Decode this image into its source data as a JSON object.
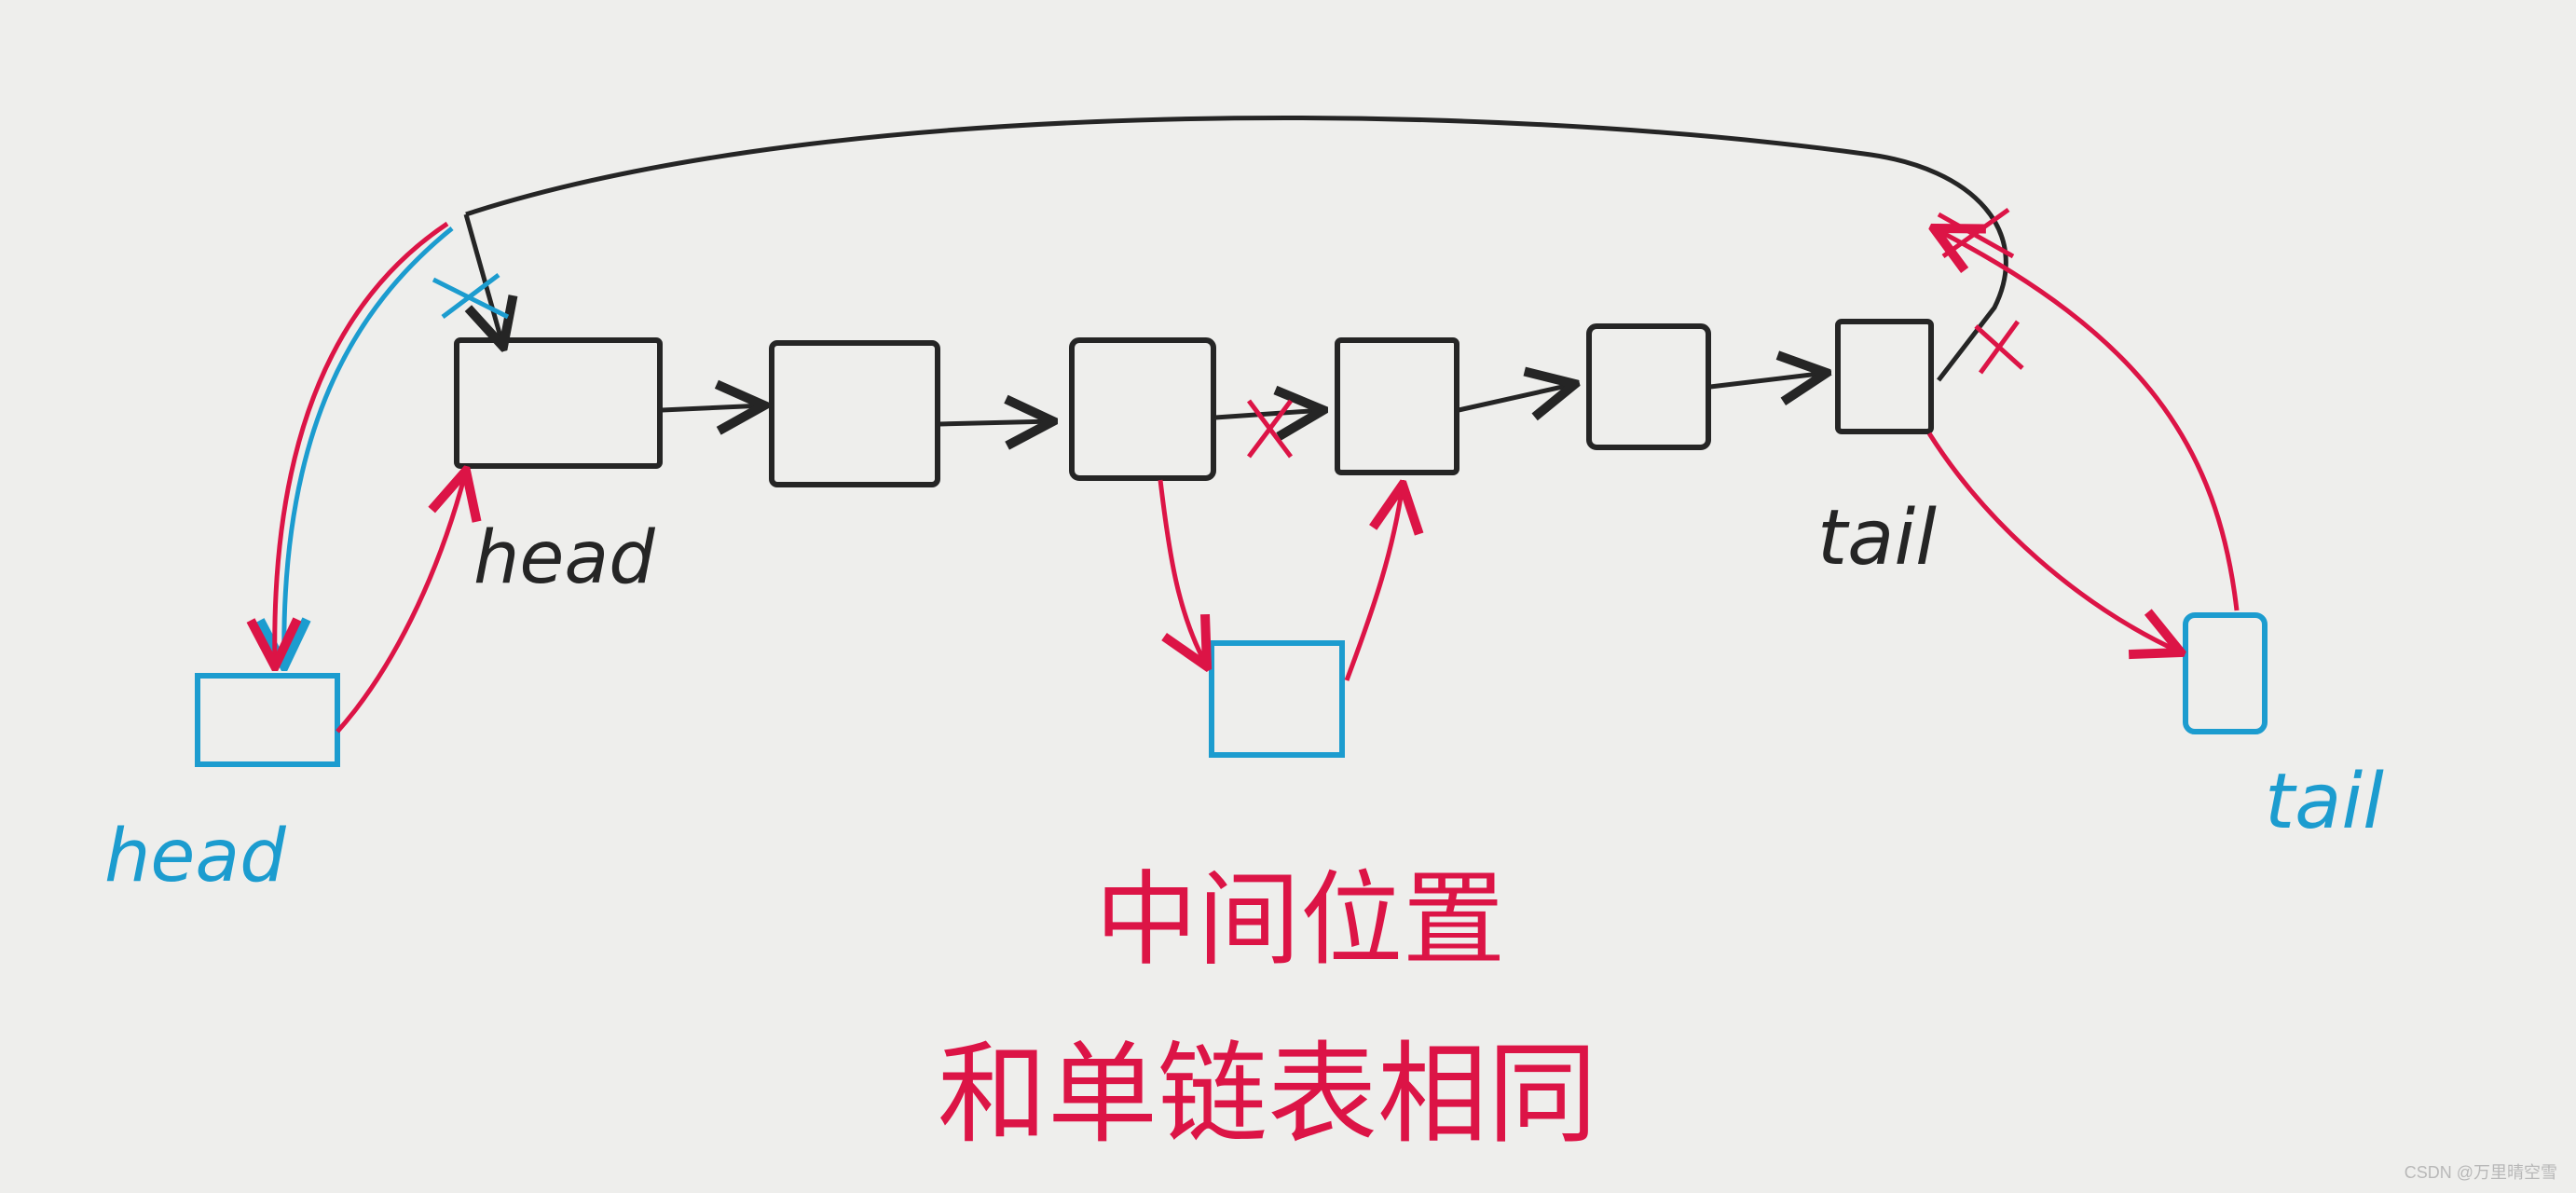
{
  "diagram": {
    "labels": {
      "head_black": "head",
      "tail_black": "tail",
      "head_blue": "head",
      "tail_blue": "tail"
    },
    "caption": {
      "line1": "中间位置",
      "line2": "和单链表相同"
    },
    "watermark": "CSDN @万里晴空雪"
  },
  "colors": {
    "paper": "#eeeeec",
    "black": "#252525",
    "red": "#dc1446",
    "blue": "#1c9ccf",
    "watermark": "#b8b8b8"
  },
  "icons": {
    "cross_mark": "x-mark",
    "arrow_head": "arrowhead"
  }
}
